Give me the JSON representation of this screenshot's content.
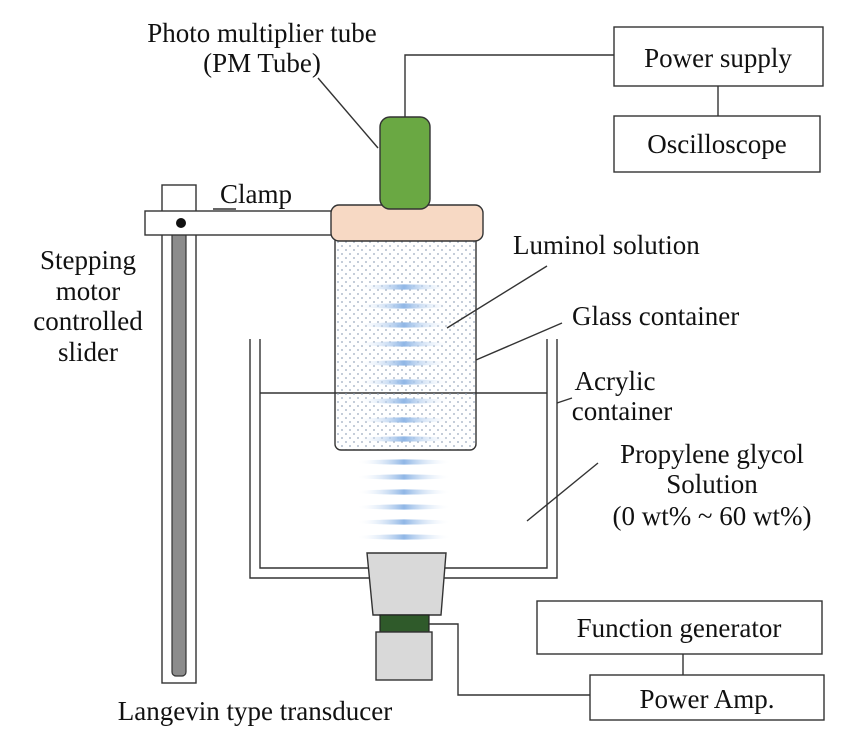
{
  "labels": {
    "pm_tube_line1": "Photo multiplier  tube",
    "pm_tube_line2": "(PM Tube)",
    "power_supply": "Power supply",
    "oscilloscope": "Oscilloscope",
    "clamp": "Clamp",
    "luminol": "Luminol solution",
    "glass": "Glass container",
    "acrylic_line1": "Acrylic",
    "acrylic_line2": "container",
    "slider_line1": "Stepping",
    "slider_line2": "motor",
    "slider_line3": "controlled",
    "slider_line4": "slider",
    "propylene_line1": "Propylene glycol",
    "propylene_line2": "Solution",
    "propylene_line3": "(0 wt% ~ 60 wt%)",
    "function_generator": "Function generator",
    "power_amp": "Power Amp.",
    "transducer": "Langevin type transducer"
  },
  "colors": {
    "pm_tube": "#6aa843",
    "clamp_cap": "#f7d9c4",
    "transducer_band": "#2f5a2a",
    "transducer_body": "#d9d9d9",
    "slider_rail": "#8c8c8c",
    "wave": "#a9c8ec",
    "liquid_dots": "#9aa9bd"
  }
}
